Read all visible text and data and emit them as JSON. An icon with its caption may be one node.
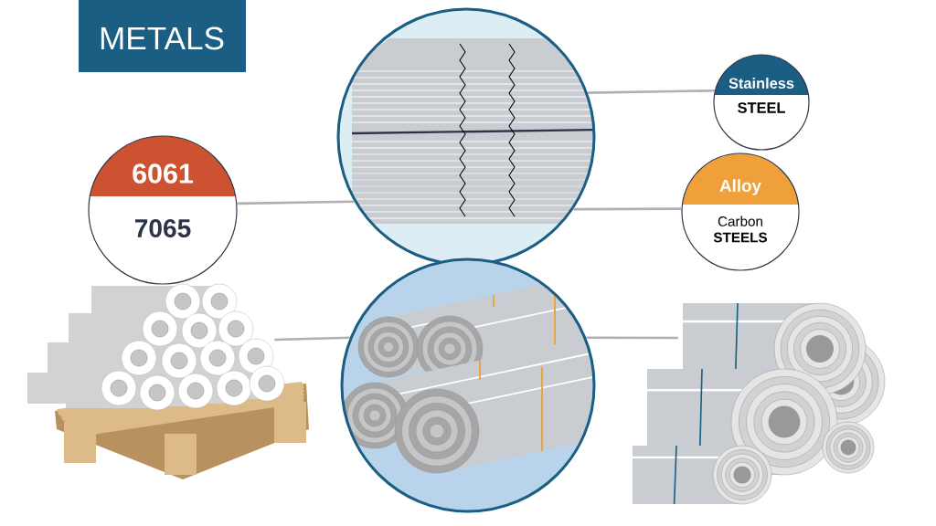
{
  "diagram": {
    "title": "METALS",
    "nodes": [
      {
        "text": [
          "6061",
          "7065"
        ]
      },
      {
        "text": [],
        "shape": "picture"
      },
      {
        "text": [
          "Stainless",
          "STEEL"
        ]
      },
      {
        "text": [
          "Alloy",
          "Carbon **STEELS**"
        ]
      },
      {
        "text": [],
        "shape": "picture"
      },
      {
        "text": [],
        "shape": "picture"
      },
      {
        "text": [],
        "shape": "picture"
      }
    ],
    "edges": [
      {
        "from": 0,
        "to": 1,
        "arrow": "none"
      },
      {
        "from": 1,
        "to": 2,
        "arrow": "none"
      },
      {
        "from": 1,
        "to": 3,
        "arrow": "none"
      },
      {
        "from": 4,
        "to": 5,
        "arrow": "none"
      },
      {
        "from": 5,
        "to": 6,
        "arrow": "none"
      }
    ]
  }
}
